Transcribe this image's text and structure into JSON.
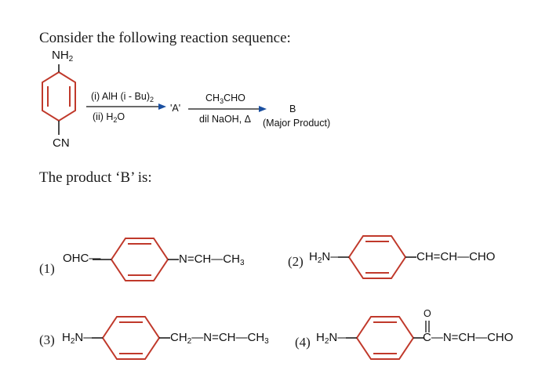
{
  "question": {
    "heading": "Consider the following reaction sequence:",
    "prompt": "The product ‘B’ is:"
  },
  "reaction": {
    "starting_material": {
      "top_group": "NH",
      "top_group_sub": "2",
      "bottom_group": "CN"
    },
    "step1": {
      "reagent_1_prefix": "(i) AlH (i - Bu)",
      "reagent_1_sub": "2",
      "reagent_2_prefix": "(ii) H",
      "reagent_2_sub": "2",
      "reagent_2_suffix": "O",
      "product": "'A'"
    },
    "step2": {
      "reagent_top_a": "CH",
      "reagent_top_sub": "3",
      "reagent_top_b": "CHO",
      "reagent_bottom": "dil NaOH, Δ",
      "product": "B",
      "product_note": "(Major Product)"
    }
  },
  "options": [
    {
      "number": "(1)",
      "left_group": "OHC—",
      "right_main": "N=CH—CH",
      "right_sub": "3"
    },
    {
      "number": "(2)",
      "left_main": "H",
      "left_sub": "2",
      "left_tail": "N—",
      "right_group": "CH=CH—CHO"
    },
    {
      "number": "(3)",
      "left_main": "H",
      "left_sub": "2",
      "left_tail": "N—",
      "right_a": "CH",
      "right_a_sub": "2",
      "right_b": "—N=CH—CH",
      "right_b_sub": "3"
    },
    {
      "number": "(4)",
      "left_main": "H",
      "left_sub": "2",
      "left_tail": "N—",
      "carbonyl_o": "O",
      "right_group": "C—N=CH—CHO"
    }
  ]
}
